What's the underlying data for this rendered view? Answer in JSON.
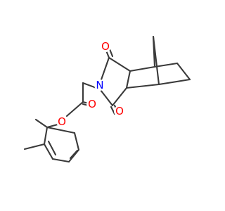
{
  "colors": {
    "background": "#ffffff",
    "bond": "#3a3a3a",
    "oxygen": "#ff0000",
    "nitrogen": "#0000ff"
  },
  "atoms": {
    "o_carbonyl_top": "O",
    "o_carbonyl_bottom": "O",
    "nitrogen": "N",
    "o_ester_carbonyl": "O",
    "o_ester": "O"
  }
}
